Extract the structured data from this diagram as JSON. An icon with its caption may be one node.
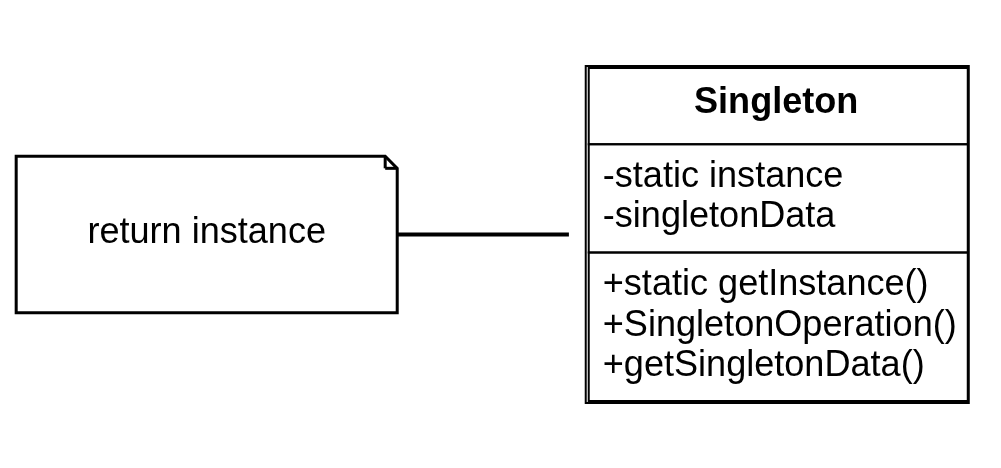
{
  "diagram": {
    "nodes": [
      {
        "text": [
          "return instance"
        ]
      },
      {
        "text": [
          "Singleton",
          "-static instance",
          "-singletonData",
          "+static getInstance()",
          "+SingletonOperation()",
          "+getSingletonData()"
        ]
      }
    ],
    "edges": [
      {
        "from": 0,
        "to": 1,
        "arrow": "none"
      }
    ]
  }
}
